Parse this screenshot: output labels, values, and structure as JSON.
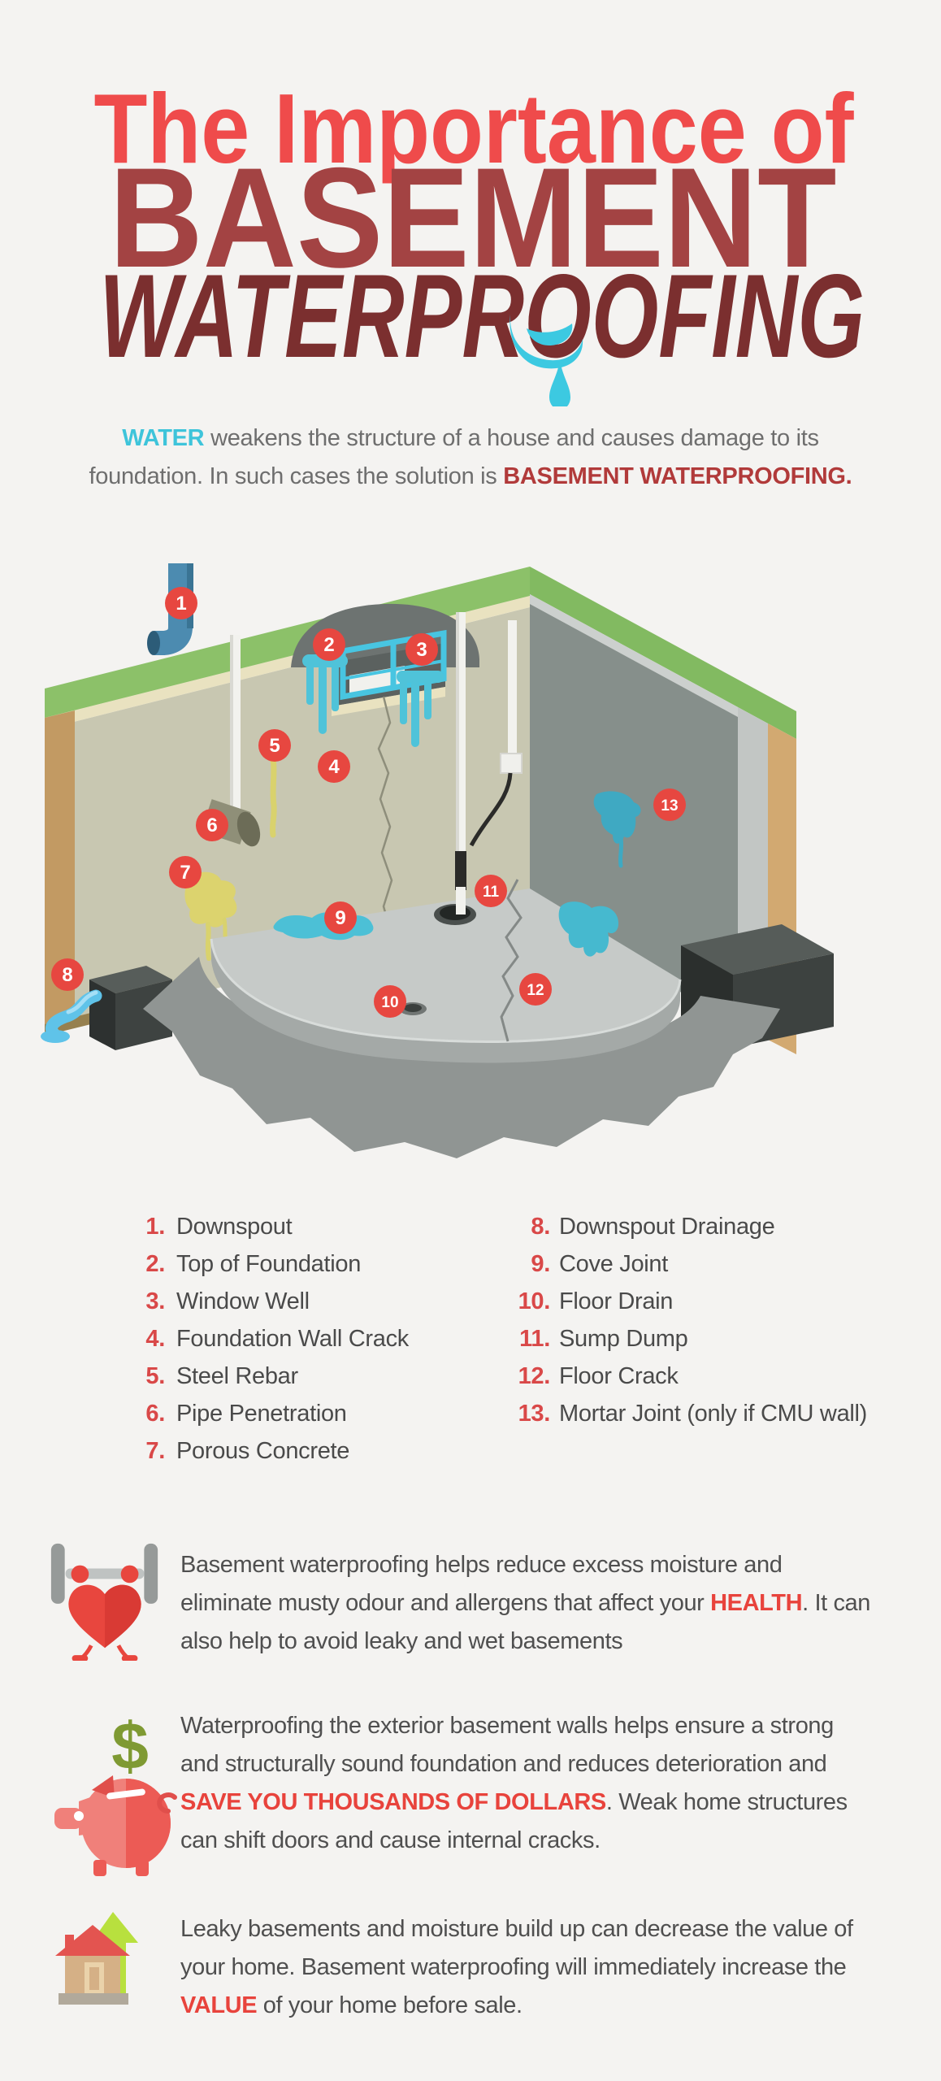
{
  "title": {
    "line1": "The Importance of",
    "line2": "BASEMENT",
    "line3": "WATERPROOFING"
  },
  "intro": {
    "water": "WATER",
    "line1_rest": " weakens the structure of a house and causes damage to its",
    "line2_start": "foundation. In such cases the solution is ",
    "solution": "BASEMENT WATERPROOFING."
  },
  "markers": [
    "1",
    "2",
    "3",
    "4",
    "5",
    "6",
    "7",
    "8",
    "9",
    "10",
    "11",
    "12",
    "13"
  ],
  "legend": {
    "left_column": [
      {
        "num": "1.",
        "label": "Downspout"
      },
      {
        "num": "2.",
        "label": "Top of Foundation"
      },
      {
        "num": "3.",
        "label": "Window Well"
      },
      {
        "num": "4.",
        "label": "Foundation Wall Crack"
      },
      {
        "num": "5.",
        "label": "Steel Rebar"
      },
      {
        "num": "6.",
        "label": "Pipe Penetration"
      },
      {
        "num": "7.",
        "label": "Porous Concrete"
      }
    ],
    "right_column": [
      {
        "num": "8.",
        "label": "Downspout Drainage"
      },
      {
        "num": "9.",
        "label": "Cove Joint"
      },
      {
        "num": "10.",
        "label": "Floor Drain"
      },
      {
        "num": "11.",
        "label": "Sump Dump"
      },
      {
        "num": "12.",
        "label": "Floor Crack"
      },
      {
        "num": "13.",
        "label": "Mortar Joint (only if CMU wall)"
      }
    ]
  },
  "benefits": [
    {
      "icon": "heart-barbell",
      "text_before": "Basement waterproofing helps reduce excess moisture and eliminate musty odour and allergens that affect your ",
      "highlight": "HEALTH",
      "text_after": ". It can also help to avoid leaky and wet basements"
    },
    {
      "icon": "piggy-bank",
      "text_before": "Waterproofing the exterior basement walls helps ensure a strong and structurally sound foundation and reduces deterioration and ",
      "highlight": "SAVE YOU THOUSANDS OF DOLLARS",
      "text_after": ". Weak home structures can shift doors and cause internal cracks."
    },
    {
      "icon": "house-value",
      "text_before": "Leaky basements and moisture build up can decrease the value of your home. Basement waterproofing will immediately increase the ",
      "highlight": "VALUE",
      "text_after": " of your home before sale."
    }
  ],
  "icon_text": {
    "dollar_sign": "$"
  },
  "colors": {
    "background": "#f4f3f1",
    "title_line1": "#ef4b4b",
    "title_line2": "#a34343",
    "title_line3": "#7b2f2f",
    "accent_teal": "#3cc9e1",
    "accent_red": "#e8433c",
    "marker_red": "#e74740",
    "body_text": "#4f4f4f"
  }
}
